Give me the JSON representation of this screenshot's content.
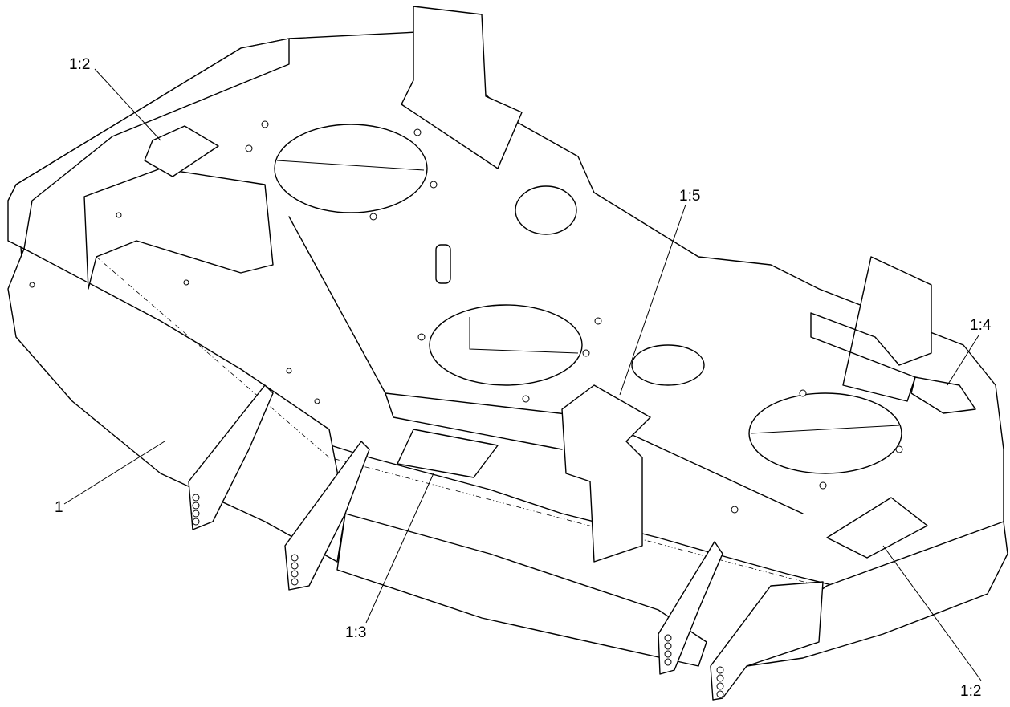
{
  "diagram": {
    "callouts": [
      {
        "id": "c1",
        "label": "1:2"
      },
      {
        "id": "c2",
        "label": "1:5"
      },
      {
        "id": "c3",
        "label": "1:4"
      },
      {
        "id": "c4",
        "label": "1"
      },
      {
        "id": "c5",
        "label": "1:3"
      },
      {
        "id": "c6",
        "label": "1:2"
      }
    ]
  }
}
